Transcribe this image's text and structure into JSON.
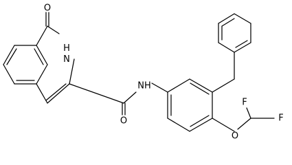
{
  "structure": {
    "atom_labels": {
      "carbonyl_oxygen_ring": "O",
      "ring_nh": "H\nN",
      "amide_nh": "NH",
      "amide_oxygen": "O",
      "ether_oxygen": "O",
      "fluorine_top": "F",
      "fluorine_right": "F"
    }
  }
}
